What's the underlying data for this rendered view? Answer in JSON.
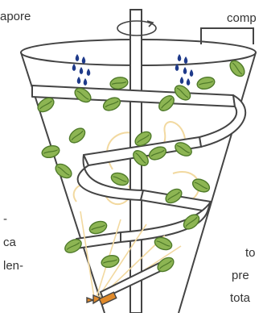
{
  "labels": {
    "top_left": "apore",
    "top_right": "comp",
    "left_1": "-",
    "left_2": "ca",
    "left_3": "len-",
    "right_1": "to",
    "right_2": "pre",
    "right_3": "tota"
  },
  "colors": {
    "outline": "#444444",
    "spiral_fill": "#ffffff",
    "steam": "#f2d9a0",
    "bean_fill": "#8db553",
    "bean_stroke": "#4f7a2a",
    "drop": "#1e3a8a",
    "valve": "#e08a2a"
  }
}
